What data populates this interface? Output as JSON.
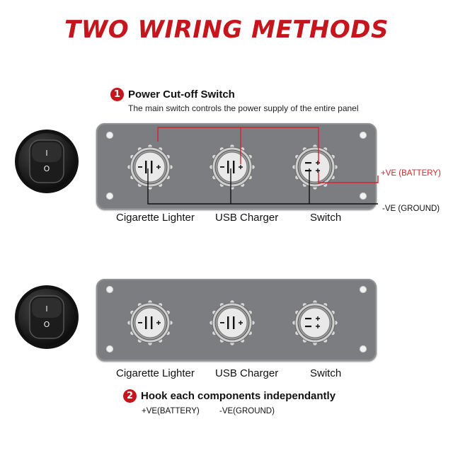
{
  "title": "TWO WIRING METHODS",
  "method1": {
    "number": "1",
    "title": "Power Cut-off Switch",
    "description": "The main switch controls the power supply of the entire panel",
    "battery_label": "+VE (BATTERY)",
    "ground_label": "-VE (GROUND)"
  },
  "method2": {
    "number": "2",
    "title": "Hook each components independantly",
    "battery_label": "+VE(BATTERY)",
    "ground_label": "-VE(GROUND)"
  },
  "components": [
    "Cigarette Lighter",
    "USB Charger",
    "Switch"
  ],
  "switch_marks": {
    "on": "I",
    "off": "O"
  },
  "colors": {
    "accent": "#c4161c",
    "panel": "#7b7d80",
    "wire_positive": "#d3252b",
    "wire_negative": "#111111"
  }
}
